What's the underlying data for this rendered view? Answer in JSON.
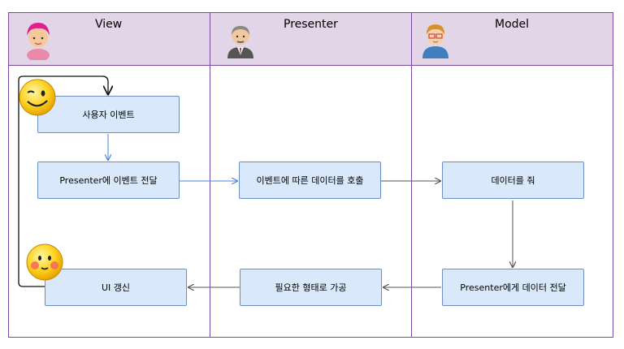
{
  "lanes": [
    {
      "title": "View",
      "avatar": "girl-avatar-icon"
    },
    {
      "title": "Presenter",
      "avatar": "grandpa-avatar-icon"
    },
    {
      "title": "Model",
      "avatar": "boy-avatar-icon"
    }
  ],
  "nodes": {
    "user_event": "사용자 이벤트",
    "deliver_event": "Presenter에 이벤트 전달",
    "ui_update": "UI 갱신",
    "call_data": "이벤트에 따른 데이터를 호출",
    "process": "필요한 형태로 가공",
    "give_data": "데이터를 줘",
    "deliver_data": "Presenter에게 데이터 전달"
  },
  "emojis": [
    "wink-emoji-icon",
    "blush-emoji-icon"
  ],
  "colors": {
    "lane_border": "#7b4a9e",
    "header_bg": "#e1d5e7",
    "box_fill": "#dae8fc",
    "box_border": "#6c8ebf",
    "blue_arrow": "#4a86d8",
    "gray_arrow": "#555555"
  }
}
